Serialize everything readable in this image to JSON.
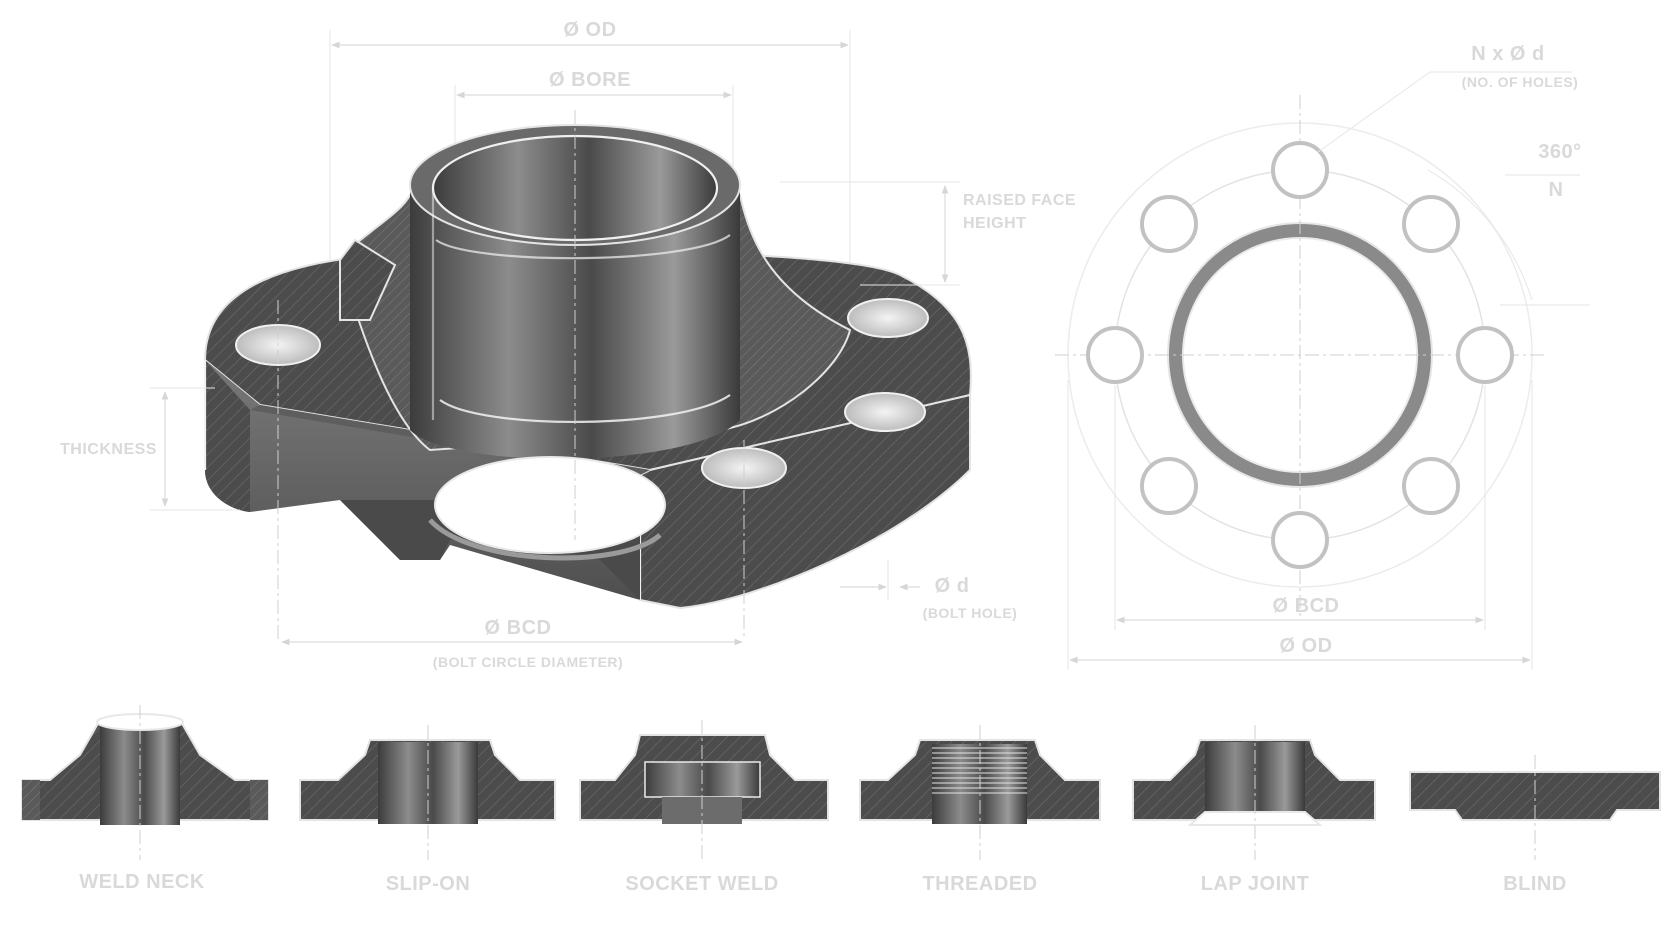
{
  "main_view": {
    "od_label": "Ø OD",
    "bore_label": "Ø BORE",
    "raised_face_line1": "RAISED FACE",
    "raised_face_line2": "HEIGHT",
    "thickness_label": "THICKNESS",
    "bcd_label": "Ø BCD",
    "bcd_caption": "(BOLT CIRCLE DIAMETER)",
    "bolt_hole_label": "Ø d",
    "bolt_hole_caption": "(BOLT HOLE)"
  },
  "plan_view": {
    "holes_label": "N x Ø d",
    "holes_caption": "(NO. OF HOLES)",
    "angle_label": "360°",
    "angle_denominator": "N",
    "bcd_label": "Ø BCD",
    "od_label": "Ø OD"
  },
  "flange_types": [
    {
      "label": "WELD NECK"
    },
    {
      "label": "SLIP-ON"
    },
    {
      "label": "SOCKET WELD"
    },
    {
      "label": "THREADED"
    },
    {
      "label": "LAP JOINT"
    },
    {
      "label": "BLIND"
    }
  ],
  "colors": {
    "metal_dark": "#3a3a3a",
    "metal_light": "#8a8a8a",
    "line": "#dcdcdc",
    "background": "#ffffff"
  }
}
